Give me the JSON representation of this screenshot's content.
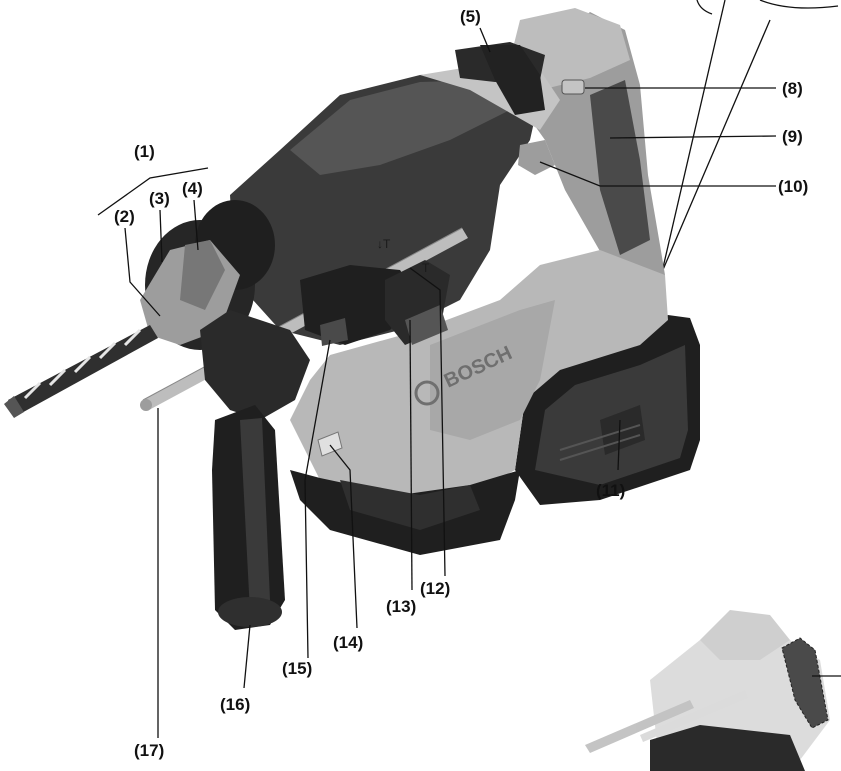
{
  "brand": "BOSCH",
  "gear_marks": {
    "hammer": "↓T",
    "drill": "T"
  },
  "labels": {
    "l1": "(1)",
    "l2": "(2)",
    "l3": "(3)",
    "l4": "(4)",
    "l5": "(5)",
    "l8": "(8)",
    "l9": "(9)",
    "l10": "(10)",
    "l11": "(11)",
    "l12": "(12)",
    "l13": "(13)",
    "l14": "(14)",
    "l15": "(15)",
    "l16": "(16)",
    "l17": "(17)"
  },
  "colors": {
    "body_light": "#c4c4c4",
    "body_mid": "#9d9d9d",
    "body_dark": "#3a3a3a",
    "body_black": "#1f1f1f",
    "handle_grey": "#8a8a8a"
  }
}
